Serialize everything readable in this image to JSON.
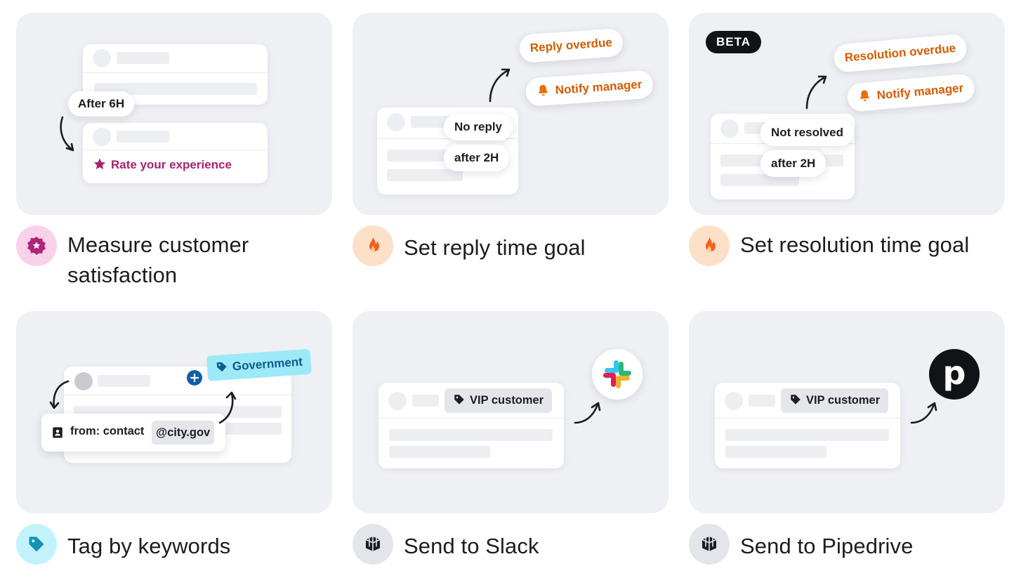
{
  "cards": [
    {
      "title": "Measure customer satisfaction",
      "icon": "star-badge-icon",
      "icon_bg": "#f8d2ea",
      "icon_color": "#b0247a",
      "illustration": {
        "delay_pill": "After 6H",
        "cta": "Rate your experience",
        "cta_color": "#a5236f"
      }
    },
    {
      "title": "Set reply time goal",
      "icon": "fire-icon",
      "icon_bg": "#fde0c8",
      "icon_color": "#f0621c",
      "illustration": {
        "condition": "No reply",
        "delay": "after 2H",
        "alert": "Reply overdue",
        "action": "Notify manager",
        "alert_color": "#d35b00"
      }
    },
    {
      "title": "Set resolution time goal",
      "icon": "fire-icon",
      "icon_bg": "#fde0c8",
      "icon_color": "#f0621c",
      "illustration": {
        "badge": "BETA",
        "condition": "Not resolved",
        "delay": "after 2H",
        "alert": "Resolution overdue",
        "action": "Notify manager",
        "alert_color": "#d35b00"
      }
    },
    {
      "title": "Tag by keywords",
      "icon": "tag-icon",
      "icon_bg": "#c4f2fb",
      "icon_color": "#1491b5",
      "illustration": {
        "rule_label": "from: contact",
        "rule_value": "@city.gov",
        "tag": "Government",
        "tag_bg": "#9de9f8",
        "tag_color": "#0e5b8c"
      }
    },
    {
      "title": "Send to Slack",
      "icon": "cubes-icon",
      "icon_bg": "#e3e5ea",
      "icon_color": "#1b1d22",
      "illustration": {
        "tag": "VIP customer",
        "logo": "slack-logo-icon"
      }
    },
    {
      "title": "Send to Pipedrive",
      "icon": "cubes-icon",
      "icon_bg": "#e3e5ea",
      "icon_color": "#1b1d22",
      "illustration": {
        "tag": "VIP customer",
        "logo": "pipedrive-logo-icon",
        "logo_letter": "p"
      }
    }
  ]
}
